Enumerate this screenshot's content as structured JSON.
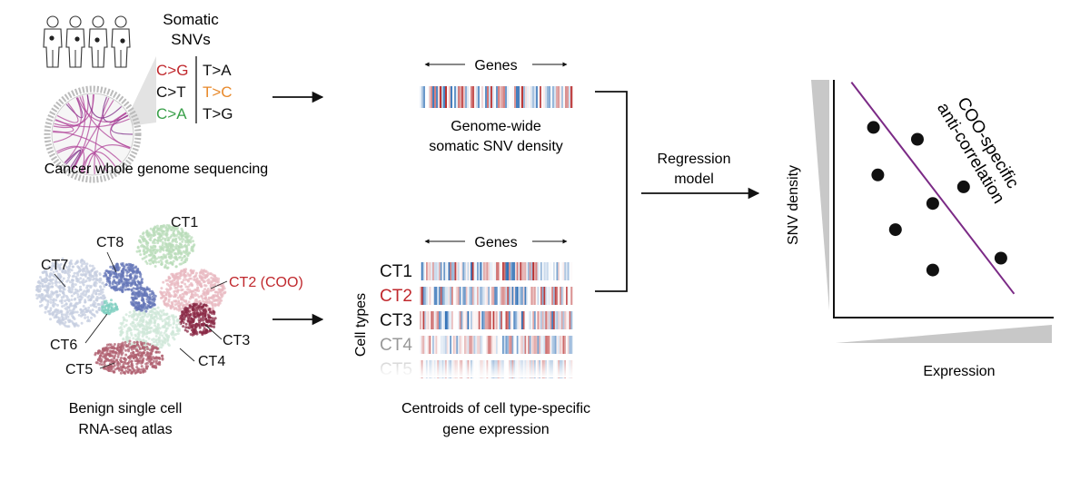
{
  "colors": {
    "red": "#c0282d",
    "orange": "#e8892b",
    "green": "#3aa04a",
    "purple": "#7b2a86",
    "magenta": "#b0449a",
    "gray": "#c8c8c8",
    "black": "#111111",
    "heat_blue": "#2f6fb5",
    "heat_red": "#b52424"
  },
  "icons": [
    "person-icon",
    "circos-plot-icon",
    "umap-atlas-icon"
  ],
  "wgs": {
    "somatic_label_line1": "Somatic",
    "somatic_label_line2": "SNVs",
    "mutations": [
      {
        "text": "C>G",
        "color": "red"
      },
      {
        "text": "T>A",
        "color": "black"
      },
      {
        "text": "C>T",
        "color": "black"
      },
      {
        "text": "T>C",
        "color": "orange"
      },
      {
        "text": "C>A",
        "color": "green"
      },
      {
        "text": "T>G",
        "color": "black"
      }
    ],
    "caption": "Cancer whole genome sequencing"
  },
  "atlas": {
    "clusters": [
      {
        "label": "CT1",
        "color": "#b9dcb9"
      },
      {
        "label": "CT2 (COO)",
        "color": "#e8b8c0",
        "highlight": true
      },
      {
        "label": "CT3",
        "color": "#8a2a45"
      },
      {
        "label": "CT4",
        "color": "#cfe7d8"
      },
      {
        "label": "CT5",
        "color": "#b06070"
      },
      {
        "label": "CT6",
        "color": "#7fcfc0"
      },
      {
        "label": "CT7",
        "color": "#c6cde0"
      },
      {
        "label": "CT8",
        "color": "#6677b8"
      }
    ],
    "caption_line1": "Benign single cell",
    "caption_line2": "RNA-seq atlas"
  },
  "density": {
    "genes_label": "Genes",
    "caption_line1": "Genome-wide",
    "caption_line2": "somatic SNV density"
  },
  "centroids": {
    "genes_label": "Genes",
    "axis_label": "Cell types",
    "rows": [
      {
        "label": "CT1",
        "color": "#111111"
      },
      {
        "label": "CT2",
        "color": "#c0282d"
      },
      {
        "label": "CT3",
        "color": "#111111"
      },
      {
        "label": "CT4",
        "color": "#999999"
      },
      {
        "label": "CT5",
        "color": "#d4d4d4"
      }
    ],
    "caption_line1": "Centroids of cell type-specific",
    "caption_line2": "gene expression"
  },
  "model": {
    "label_line1": "Regression",
    "label_line2": "model"
  },
  "chart_data": {
    "type": "scatter",
    "xlabel": "Expression",
    "ylabel": "SNV density",
    "annotation_line1": "COO-specific",
    "annotation_line2": "anti-correlation",
    "points": [
      {
        "x": 0.18,
        "y": 0.8
      },
      {
        "x": 0.38,
        "y": 0.75
      },
      {
        "x": 0.2,
        "y": 0.6
      },
      {
        "x": 0.59,
        "y": 0.55
      },
      {
        "x": 0.45,
        "y": 0.48
      },
      {
        "x": 0.28,
        "y": 0.37
      },
      {
        "x": 0.76,
        "y": 0.25
      },
      {
        "x": 0.45,
        "y": 0.2
      }
    ],
    "trend": {
      "x1": 0.08,
      "y1": 0.99,
      "x2": 0.82,
      "y2": 0.1
    },
    "xlim": [
      0,
      1
    ],
    "ylim": [
      0,
      1
    ],
    "grid": false
  }
}
